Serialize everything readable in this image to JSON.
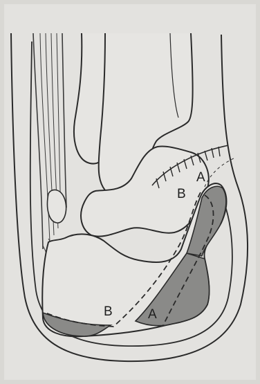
{
  "labels": {
    "upper_b": "B",
    "upper_a": "A",
    "lower_b": "B",
    "lower_a": "A"
  },
  "colors": {
    "paper": "#e3e2df",
    "outer_frame": "#d9d8d4",
    "ink": "#2a2a2a",
    "shaded_bone": "#8a8a88",
    "bone_fill": "#e6e5e2"
  }
}
